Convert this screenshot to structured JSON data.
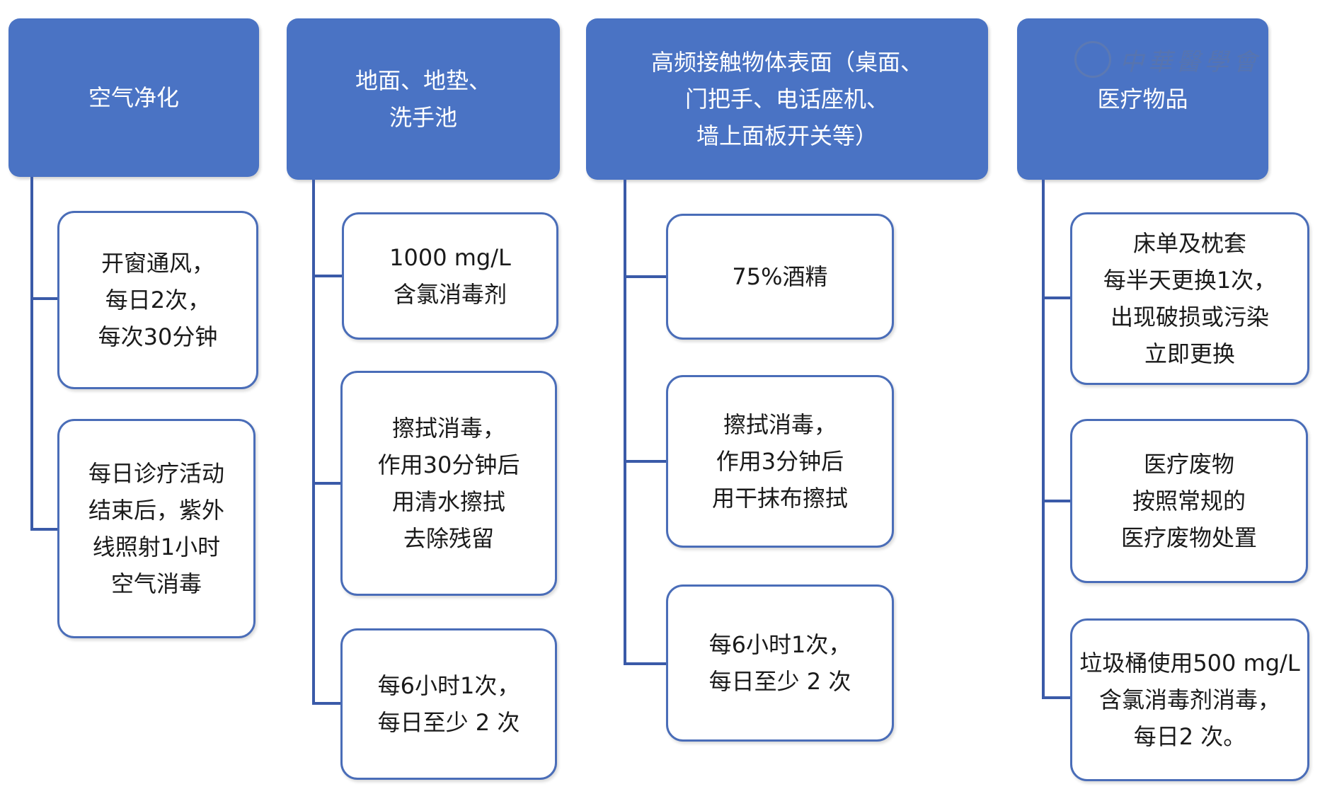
{
  "columns": [
    {
      "header": "空气净化",
      "items": [
        "开窗通风，\n每日2次，\n每次30分钟",
        "每日诊疗活动\n结束后，紫外\n线照射1小时\n空气消毒"
      ]
    },
    {
      "header": "地面、地垫、\n洗手池",
      "items": [
        "1000 mg/L\n含氯消毒剂",
        "擦拭消毒，\n作用30分钟后\n用清水擦拭\n去除残留",
        "每6小时1次，\n每日至少 2 次"
      ]
    },
    {
      "header": "高频接触物体表面（桌面、\n门把手、电话座机、\n墙上面板开关等）",
      "items": [
        "75%酒精",
        "擦拭消毒，\n作用3分钟后\n用干抹布擦拭",
        "每6小时1次，\n每日至少 2 次"
      ]
    },
    {
      "header": "医疗物品",
      "items": [
        "床单及枕套\n每半天更换1次，\n出现破损或污染\n立即更换",
        "医疗废物\n按照常规的\n医疗废物处置",
        "垃圾桶使用500 mg/L\n含氯消毒剂消毒，\n每日2 次。"
      ]
    }
  ],
  "watermark": "中華醫學會",
  "colors": {
    "header_fill": "#4a73c4",
    "box_border": "#4a6db8",
    "connector": "#3a5aa8"
  }
}
